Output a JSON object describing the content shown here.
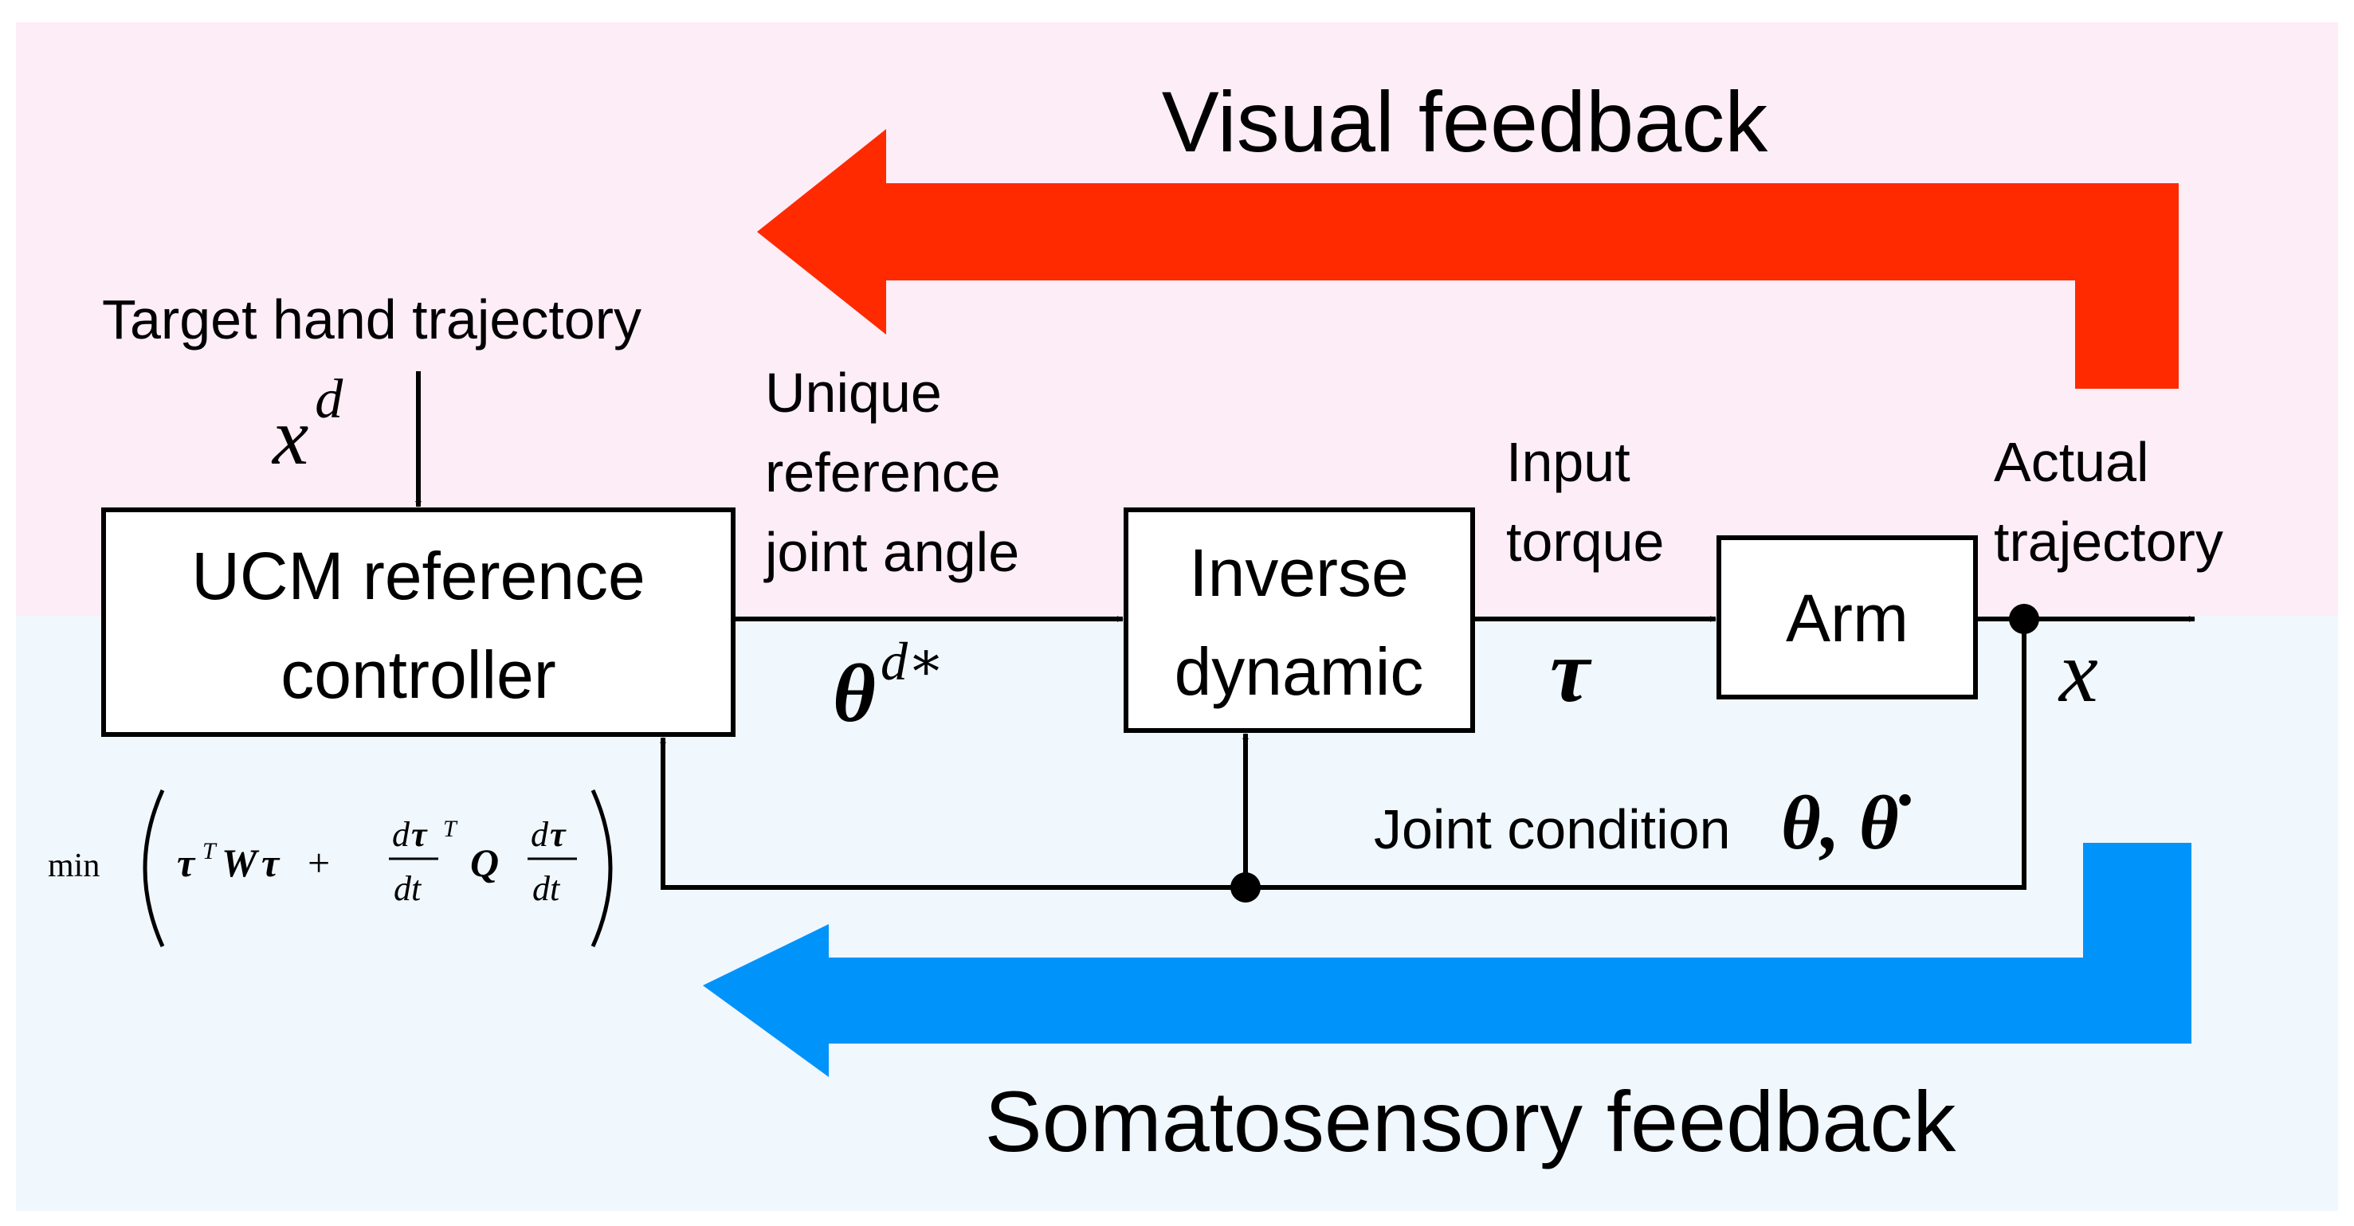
{
  "colors": {
    "visual_band": "#fcedf6",
    "somatosensory_band": "#f0f7fd",
    "visual_arrow": "#ff2a00",
    "somatosensory_arrow": "#0094fb",
    "line": "#000000",
    "box_fill": "#ffffff"
  },
  "labels": {
    "visual_feedback": "Visual feedback",
    "somatosensory_feedback": "Somatosensory feedback",
    "target_hand_trajectory": "Target hand trajectory",
    "target_symbol": "x",
    "target_superscript": "d",
    "unique_ref_line1": "Unique",
    "unique_ref_line2": "reference",
    "unique_ref_line3": "joint angle",
    "theta_symbol": "θ",
    "theta_superscript": "d∗",
    "input_torque_line1": "Input",
    "input_torque_line2": "torque",
    "tau_symbol": "τ",
    "actual_traj_line1": "Actual",
    "actual_traj_line2": "trajectory",
    "actual_symbol": "x",
    "joint_condition": "Joint condition",
    "joint_symbols": "θ, θ̇"
  },
  "blocks": {
    "ucm_line1": "UCM reference",
    "ucm_line2": "controller",
    "inverse_line1": "Inverse",
    "inverse_line2": "dynamic",
    "arm": "Arm"
  },
  "formula": {
    "min": "min",
    "tau": "τ",
    "transpose": "T",
    "W": "W",
    "plus": "+",
    "d": "d",
    "dt": "dt",
    "Q": "Q"
  }
}
